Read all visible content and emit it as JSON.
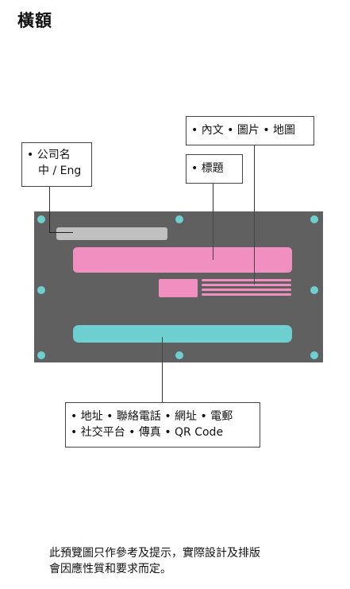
{
  "title": "橫額",
  "callouts": {
    "company_line1": "• 公司名",
    "company_line2": "中 / Eng",
    "content": "• 內文 • 圖片 • 地圖",
    "heading": "• 標題",
    "contact_line1": "• 地址 • 聯絡電話 • 網址 • 電郵",
    "contact_line2": "• 社交平台 • 傳真 • QR Code"
  },
  "colors": {
    "banner": "#606060",
    "logo_bar": "#c0c0c0",
    "heading_bar": "#f08fc0",
    "contact_bar": "#6ecfd0",
    "grommet": "#6ecfd0"
  },
  "footer": {
    "line1": "此預覽圖只作參考及提示，實際設計及排版",
    "line2": "會因應性質和要求而定。"
  }
}
